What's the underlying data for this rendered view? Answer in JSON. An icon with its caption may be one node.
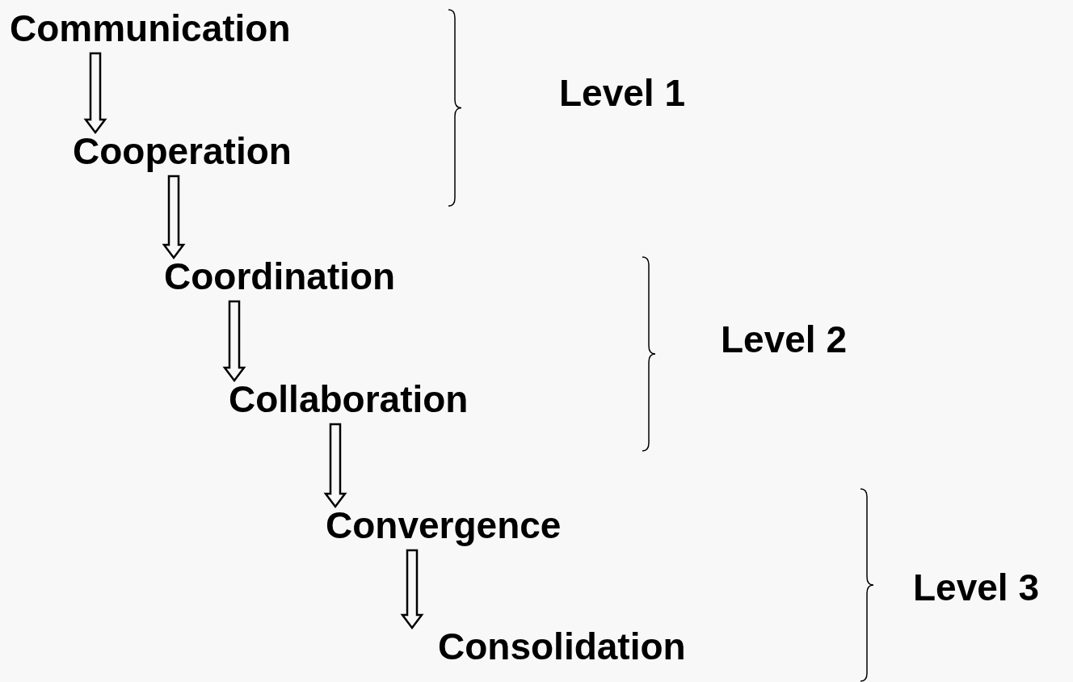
{
  "diagram": {
    "nodes": [
      {
        "text": [
          "Communication"
        ]
      },
      {
        "text": [
          "Cooperation"
        ]
      },
      {
        "text": [
          "Coordination"
        ]
      },
      {
        "text": [
          "Collaboration"
        ]
      },
      {
        "text": [
          "Convergence"
        ]
      },
      {
        "text": [
          "Consolidation"
        ]
      }
    ],
    "edges": [
      {
        "from": 0,
        "to": 1,
        "arrow": "to"
      },
      {
        "from": 1,
        "to": 2,
        "arrow": "to"
      },
      {
        "from": 2,
        "to": 3,
        "arrow": "to"
      },
      {
        "from": 3,
        "to": 4,
        "arrow": "to"
      },
      {
        "from": 4,
        "to": 5,
        "arrow": "to"
      }
    ],
    "labels": [
      "Level 1",
      "Level 2",
      "Level 3"
    ]
  }
}
